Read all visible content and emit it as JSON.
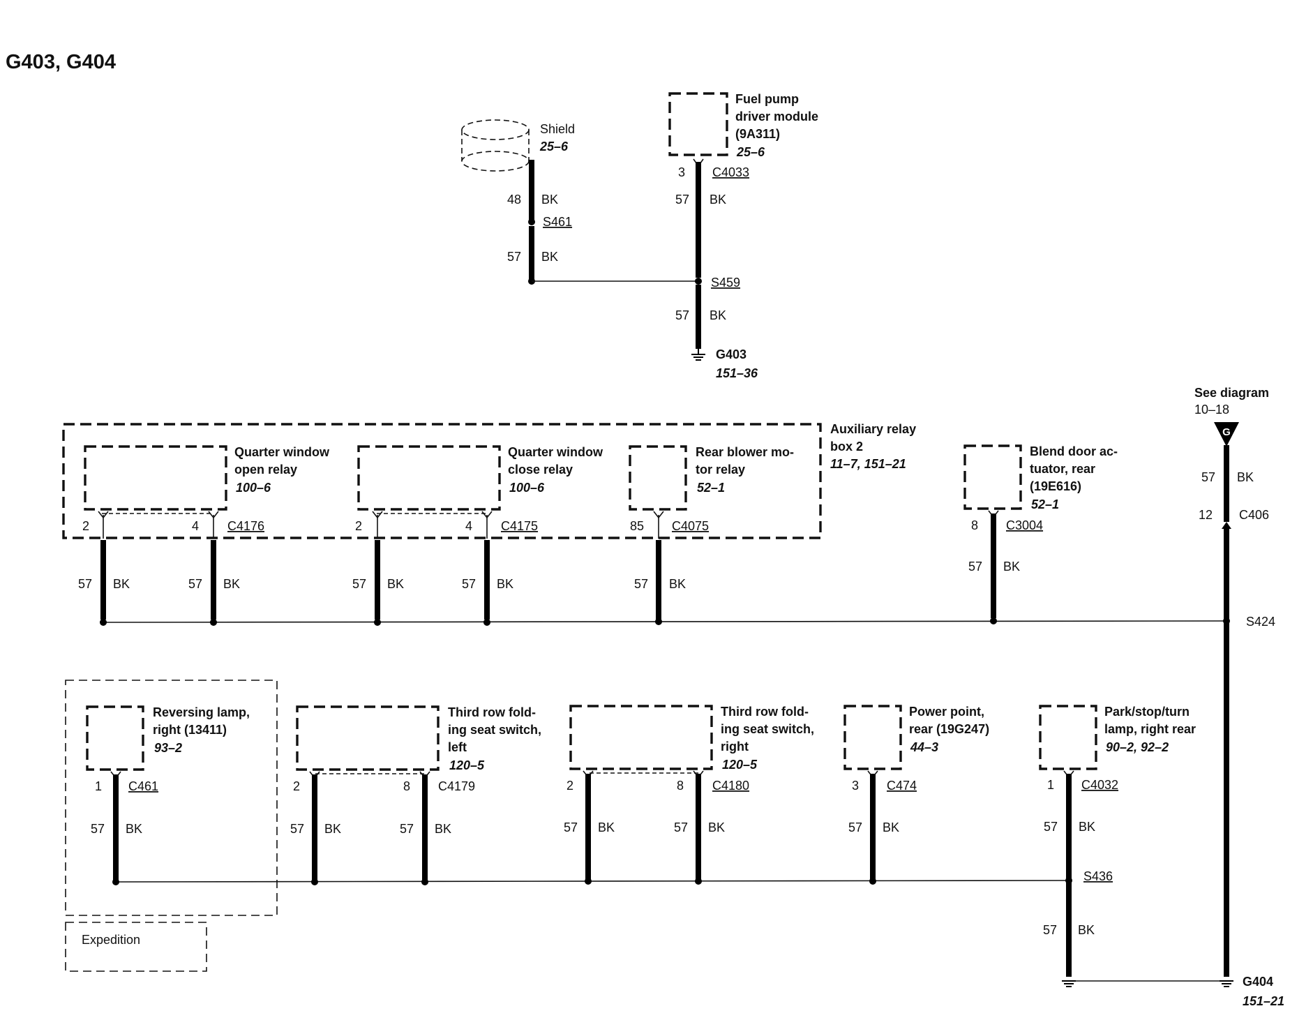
{
  "title": "G403, G404",
  "shield": {
    "name": "Shield",
    "ref": "25–6",
    "gauge1": "48",
    "color1": "BK",
    "splice": "S461",
    "gauge2": "57",
    "color2": "BK"
  },
  "fuel_pump": {
    "lines": [
      "Fuel pump",
      "driver module",
      "(9A311)"
    ],
    "ref": "25–6",
    "pin": "3",
    "connector": "C4033",
    "gauge": "57",
    "color": "BK"
  },
  "s459": {
    "splice": "S459",
    "gauge": "57",
    "color": "BK"
  },
  "g403": {
    "name": "G403",
    "ref": "151–36"
  },
  "aux_box": {
    "lines": [
      "Auxiliary relay",
      "box 2"
    ],
    "ref": "11–7, 151–21"
  },
  "qw_open": {
    "lines": [
      "Quarter window",
      "open relay"
    ],
    "ref": "100–6",
    "pin_a": "2",
    "pin_b": "4",
    "connector": "C4176",
    "gauge_a": "57",
    "color_a": "BK",
    "gauge_b": "57",
    "color_b": "BK"
  },
  "qw_close": {
    "lines": [
      "Quarter window",
      "close relay"
    ],
    "ref": "100–6",
    "pin_a": "2",
    "pin_b": "4",
    "connector": "C4175",
    "gauge_a": "57",
    "color_a": "BK",
    "gauge_b": "57",
    "color_b": "BK"
  },
  "rear_blower": {
    "lines": [
      "Rear blower mo-",
      "tor relay"
    ],
    "ref": "52–1",
    "pin": "85",
    "connector": "C4075",
    "gauge": "57",
    "color": "BK"
  },
  "blend_door": {
    "lines": [
      "Blend door ac-",
      "tuator, rear",
      "(19E616)"
    ],
    "ref": "52–1",
    "pin": "8",
    "connector": "C3004",
    "gauge": "57",
    "color": "BK"
  },
  "see_diagram": {
    "lines": [
      "See diagram",
      "10–18"
    ],
    "symbol": "G",
    "gauge": "57",
    "color": "BK",
    "pin": "12",
    "connector": "C406"
  },
  "s424": {
    "splice": "S424"
  },
  "reversing": {
    "lines": [
      "Reversing lamp,",
      "right (13411)"
    ],
    "ref": "93–2",
    "pin": "1",
    "connector": "C461",
    "gauge": "57",
    "color": "BK",
    "variant": "Expedition"
  },
  "seat_left": {
    "lines": [
      "Third row fold-",
      "ing seat switch,",
      "left"
    ],
    "ref": "120–5",
    "pin_a": "2",
    "pin_b": "8",
    "connector": "C4179",
    "gauge_a": "57",
    "color_a": "BK",
    "gauge_b": "57",
    "color_b": "BK"
  },
  "seat_right": {
    "lines": [
      "Third row fold-",
      "ing seat switch,",
      "right"
    ],
    "ref": "120–5",
    "pin_a": "2",
    "pin_b": "8",
    "connector": "C4180",
    "gauge_a": "57",
    "color_a": "BK",
    "gauge_b": "57",
    "color_b": "BK"
  },
  "power_point": {
    "lines": [
      "Power point,",
      "rear (19G247)"
    ],
    "ref": "44–3",
    "pin": "3",
    "connector": "C474",
    "gauge": "57",
    "color": "BK"
  },
  "park_lamp": {
    "lines": [
      "Park/stop/turn",
      "lamp, right rear"
    ],
    "ref": "90–2, 92–2",
    "pin": "1",
    "connector": "C4032",
    "gauge": "57",
    "color": "BK"
  },
  "s436": {
    "splice": "S436",
    "gauge": "57",
    "color": "BK"
  },
  "g404": {
    "name": "G404",
    "ref": "151–21"
  }
}
